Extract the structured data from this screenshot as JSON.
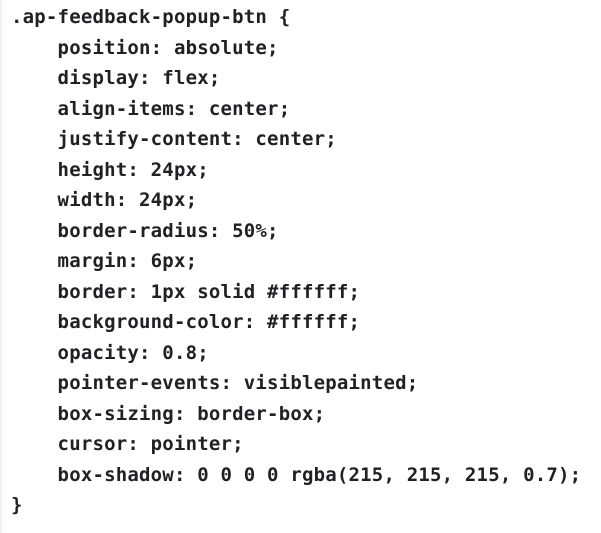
{
  "code_block": {
    "language": "css",
    "selector": ".ap-feedback-popup-btn",
    "lines": [
      ".ap-feedback-popup-btn {",
      "    position: absolute;",
      "    display: flex;",
      "    align-items: center;",
      "    justify-content: center;",
      "    height: 24px;",
      "    width: 24px;",
      "    border-radius: 50%;",
      "    margin: 6px;",
      "    border: 1px solid #ffffff;",
      "    background-color: #ffffff;",
      "    opacity: 0.8;",
      "    pointer-events: visiblepainted;",
      "    box-sizing: border-box;",
      "    cursor: pointer;",
      "    box-shadow: 0 0 0 0 rgba(215, 215, 215, 0.7);",
      "}"
    ]
  },
  "colors": {
    "text": "#202124",
    "background": "#ffffff",
    "left_edge": "#efefef"
  }
}
